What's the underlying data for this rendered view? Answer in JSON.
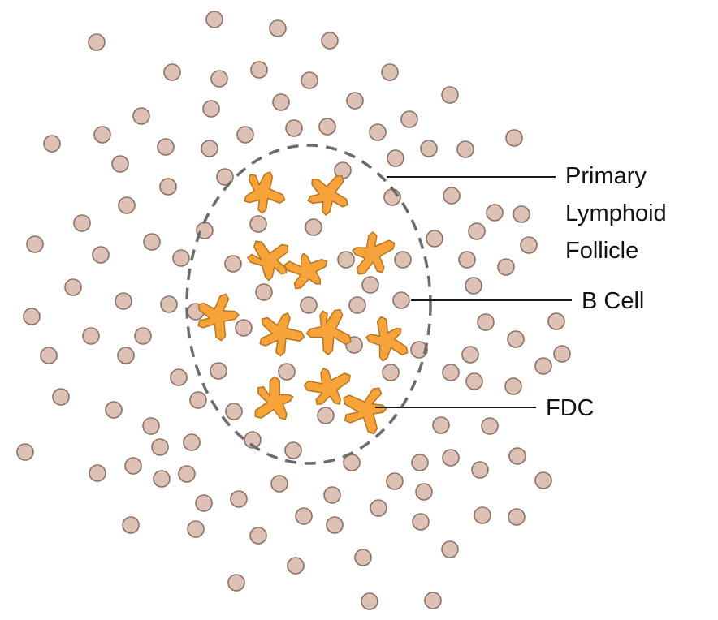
{
  "labels": {
    "follicle_line1": "Primary",
    "follicle_line2": "Lymphoid",
    "follicle_line3": "Follicle",
    "b_cell": "B Cell",
    "fdc": "FDC"
  },
  "colors": {
    "b_cell_fill": "#dcc1b4",
    "b_cell_stroke": "#8a7166",
    "fdc_fill": "#f6a33a",
    "fdc_stroke": "#b8741f",
    "boundary": "#6b6b6b",
    "leader": "#1a1a1a"
  }
}
